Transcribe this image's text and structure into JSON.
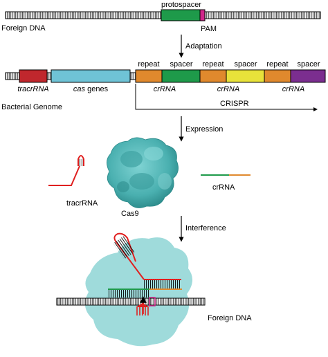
{
  "foreign_dna_label": "Foreign DNA",
  "protospacer_label": "protospacer",
  "pam_label": "PAM",
  "step_adaptation": "Adaptation",
  "bacterial_genome_label": "Bacterial Genome",
  "tracr_gene_label": "tracrRNA",
  "cas_genes_italic": "cas",
  "cas_genes_rest": " genes",
  "crispr_labels": {
    "repeat": "repeat",
    "spacer": "spacer",
    "crrna": "crRNA"
  },
  "crispr_array_label": "CRISPR",
  "step_expression": "Expression",
  "tracrrna_label": "tracrRNA",
  "cas9_label": "Cas9",
  "crrna_label": "crRNA",
  "step_interference": "Interference",
  "foreign_dna_bottom_label": "Foreign DNA",
  "colors": {
    "tracr_gene": "#c0272d",
    "cas_genes": "#6fc3d6",
    "repeat": "#e0892d",
    "spacer1": "#1e9a4a",
    "spacer2": "#e8e23a",
    "spacer3": "#7b2e8f",
    "pam": "#d0268a",
    "cas9": "#5cbcbc",
    "tracrrna": "#e02020"
  }
}
